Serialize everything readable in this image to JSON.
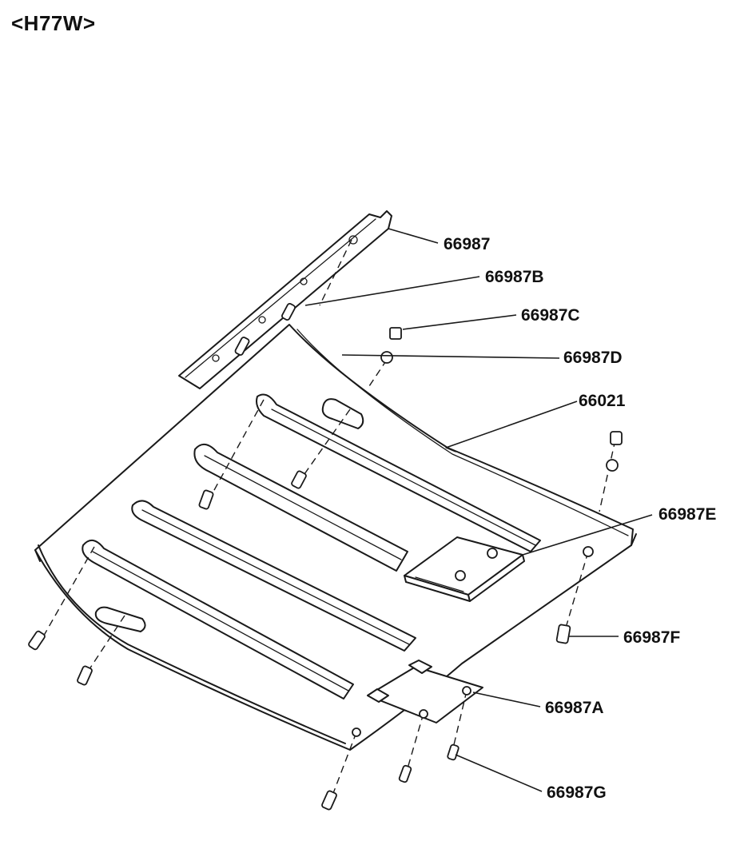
{
  "title": "<H77W>",
  "callouts": {
    "c66987": "66987",
    "c66987B": "66987B",
    "c66987C": "66987C",
    "c66987D": "66987D",
    "c66021": "66021",
    "c66987E": "66987E",
    "c66987F": "66987F",
    "c66987A": "66987A",
    "c66987G": "66987G"
  }
}
